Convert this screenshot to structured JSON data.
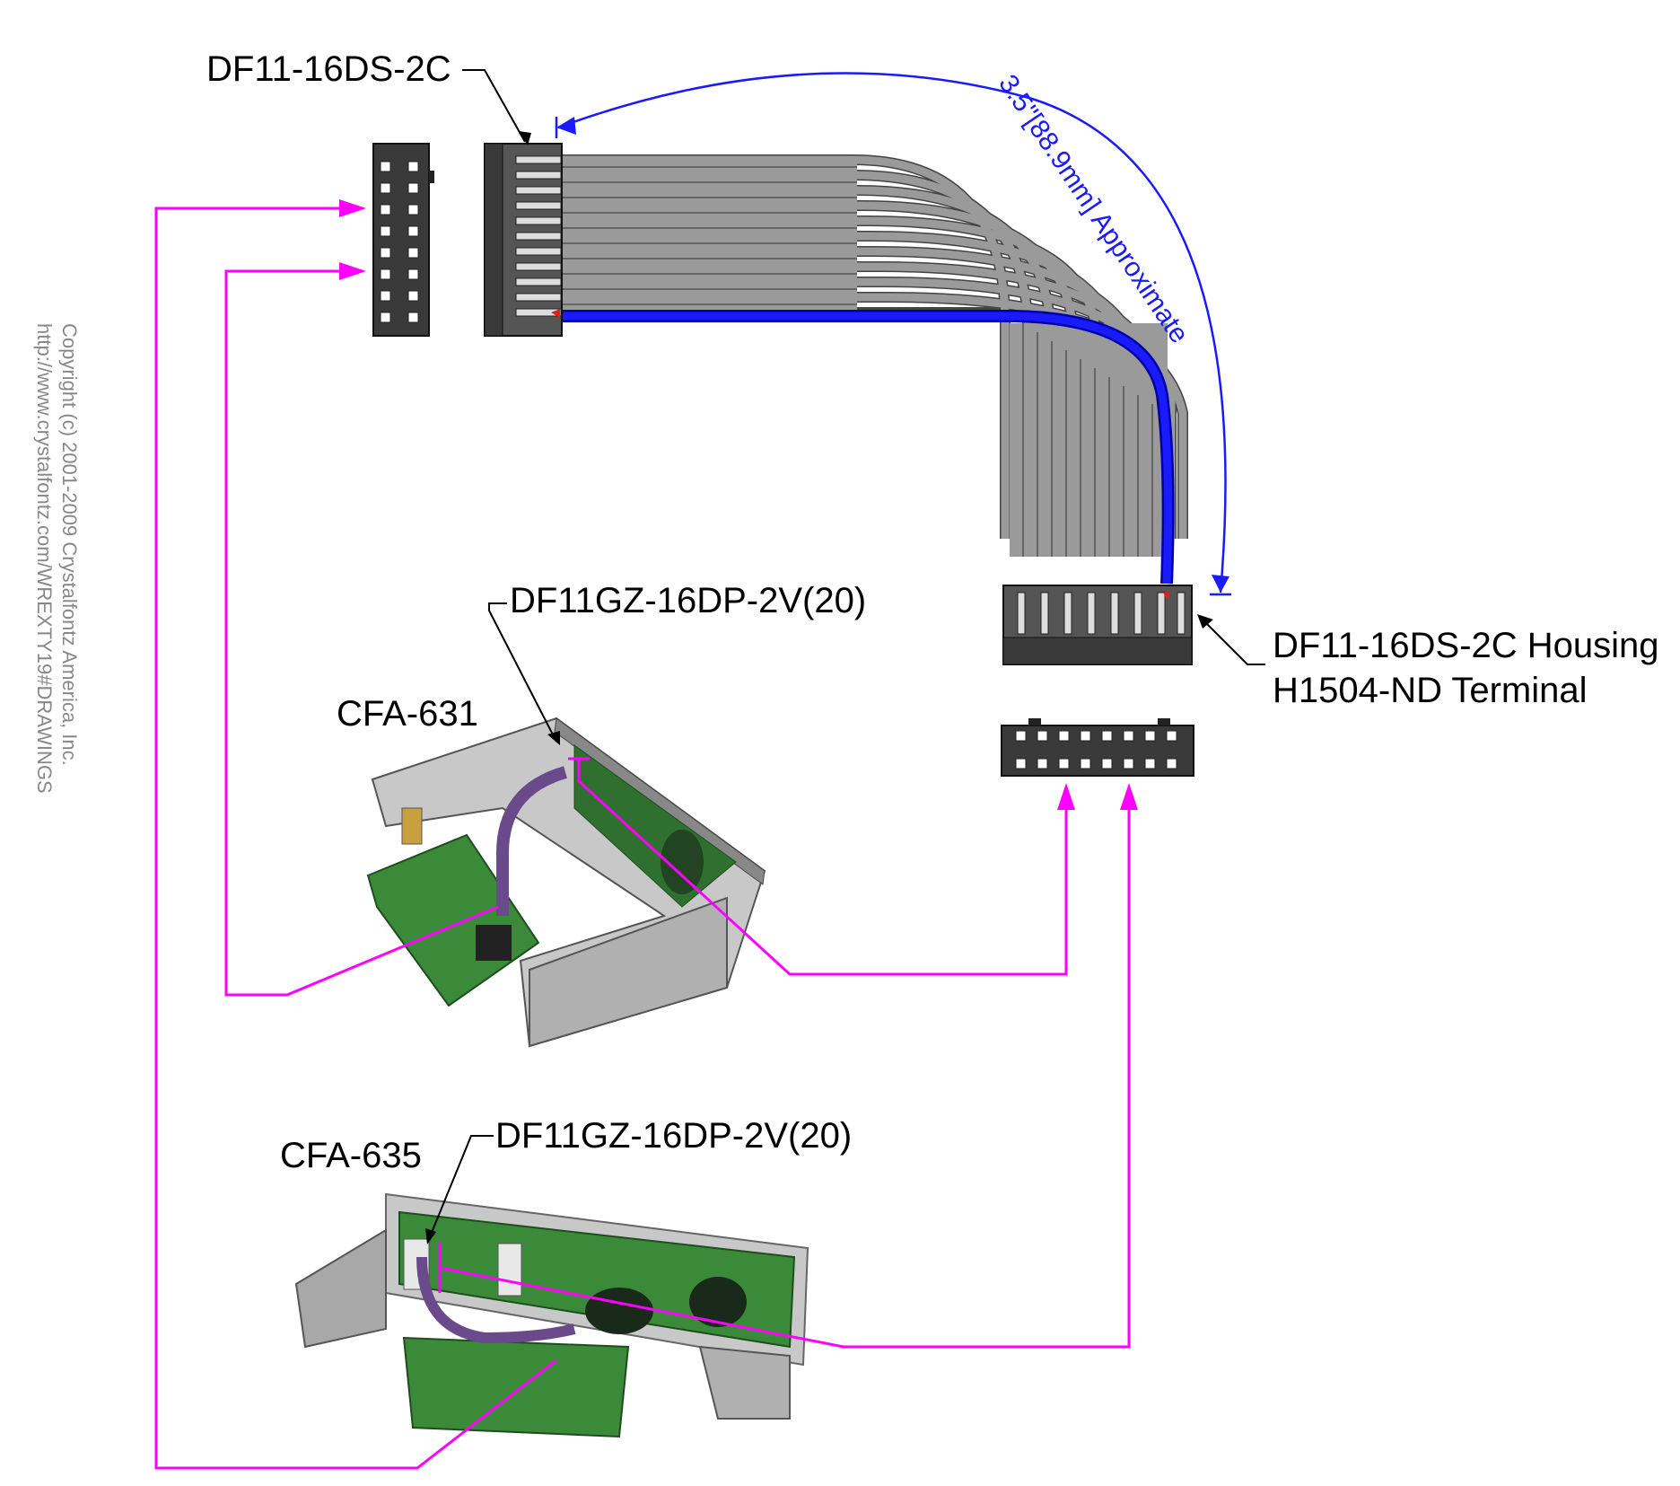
{
  "labels": {
    "top_housing": "DF11-16DS-2C",
    "right_housing_line1": "DF11-16DS-2C Housing",
    "right_housing_line2": "H1504-ND Terminal",
    "connector_631": "DF11GZ-16DP-2V(20)",
    "connector_635": "DF11GZ-16DP-2V(20)",
    "module_631": "CFA-631",
    "module_635": "CFA-635",
    "dimension": "3.5\"[88.9mm] Approximate"
  },
  "copyright": {
    "line1": "Copyright (c) 2001-2009 Crystalfontz America, Inc.",
    "line2": "http://www.crystalfontz.com/WREXTY19#DRAWINGS"
  },
  "colors": {
    "callout_line": "#ff00ff",
    "dimension": "#1a1aff",
    "cable_wire": "#9a9a9a",
    "pin1_wire": "#0000ee",
    "housing": "#555555",
    "pcb": "#3a7a3a",
    "metal": "#b8b8b8"
  }
}
